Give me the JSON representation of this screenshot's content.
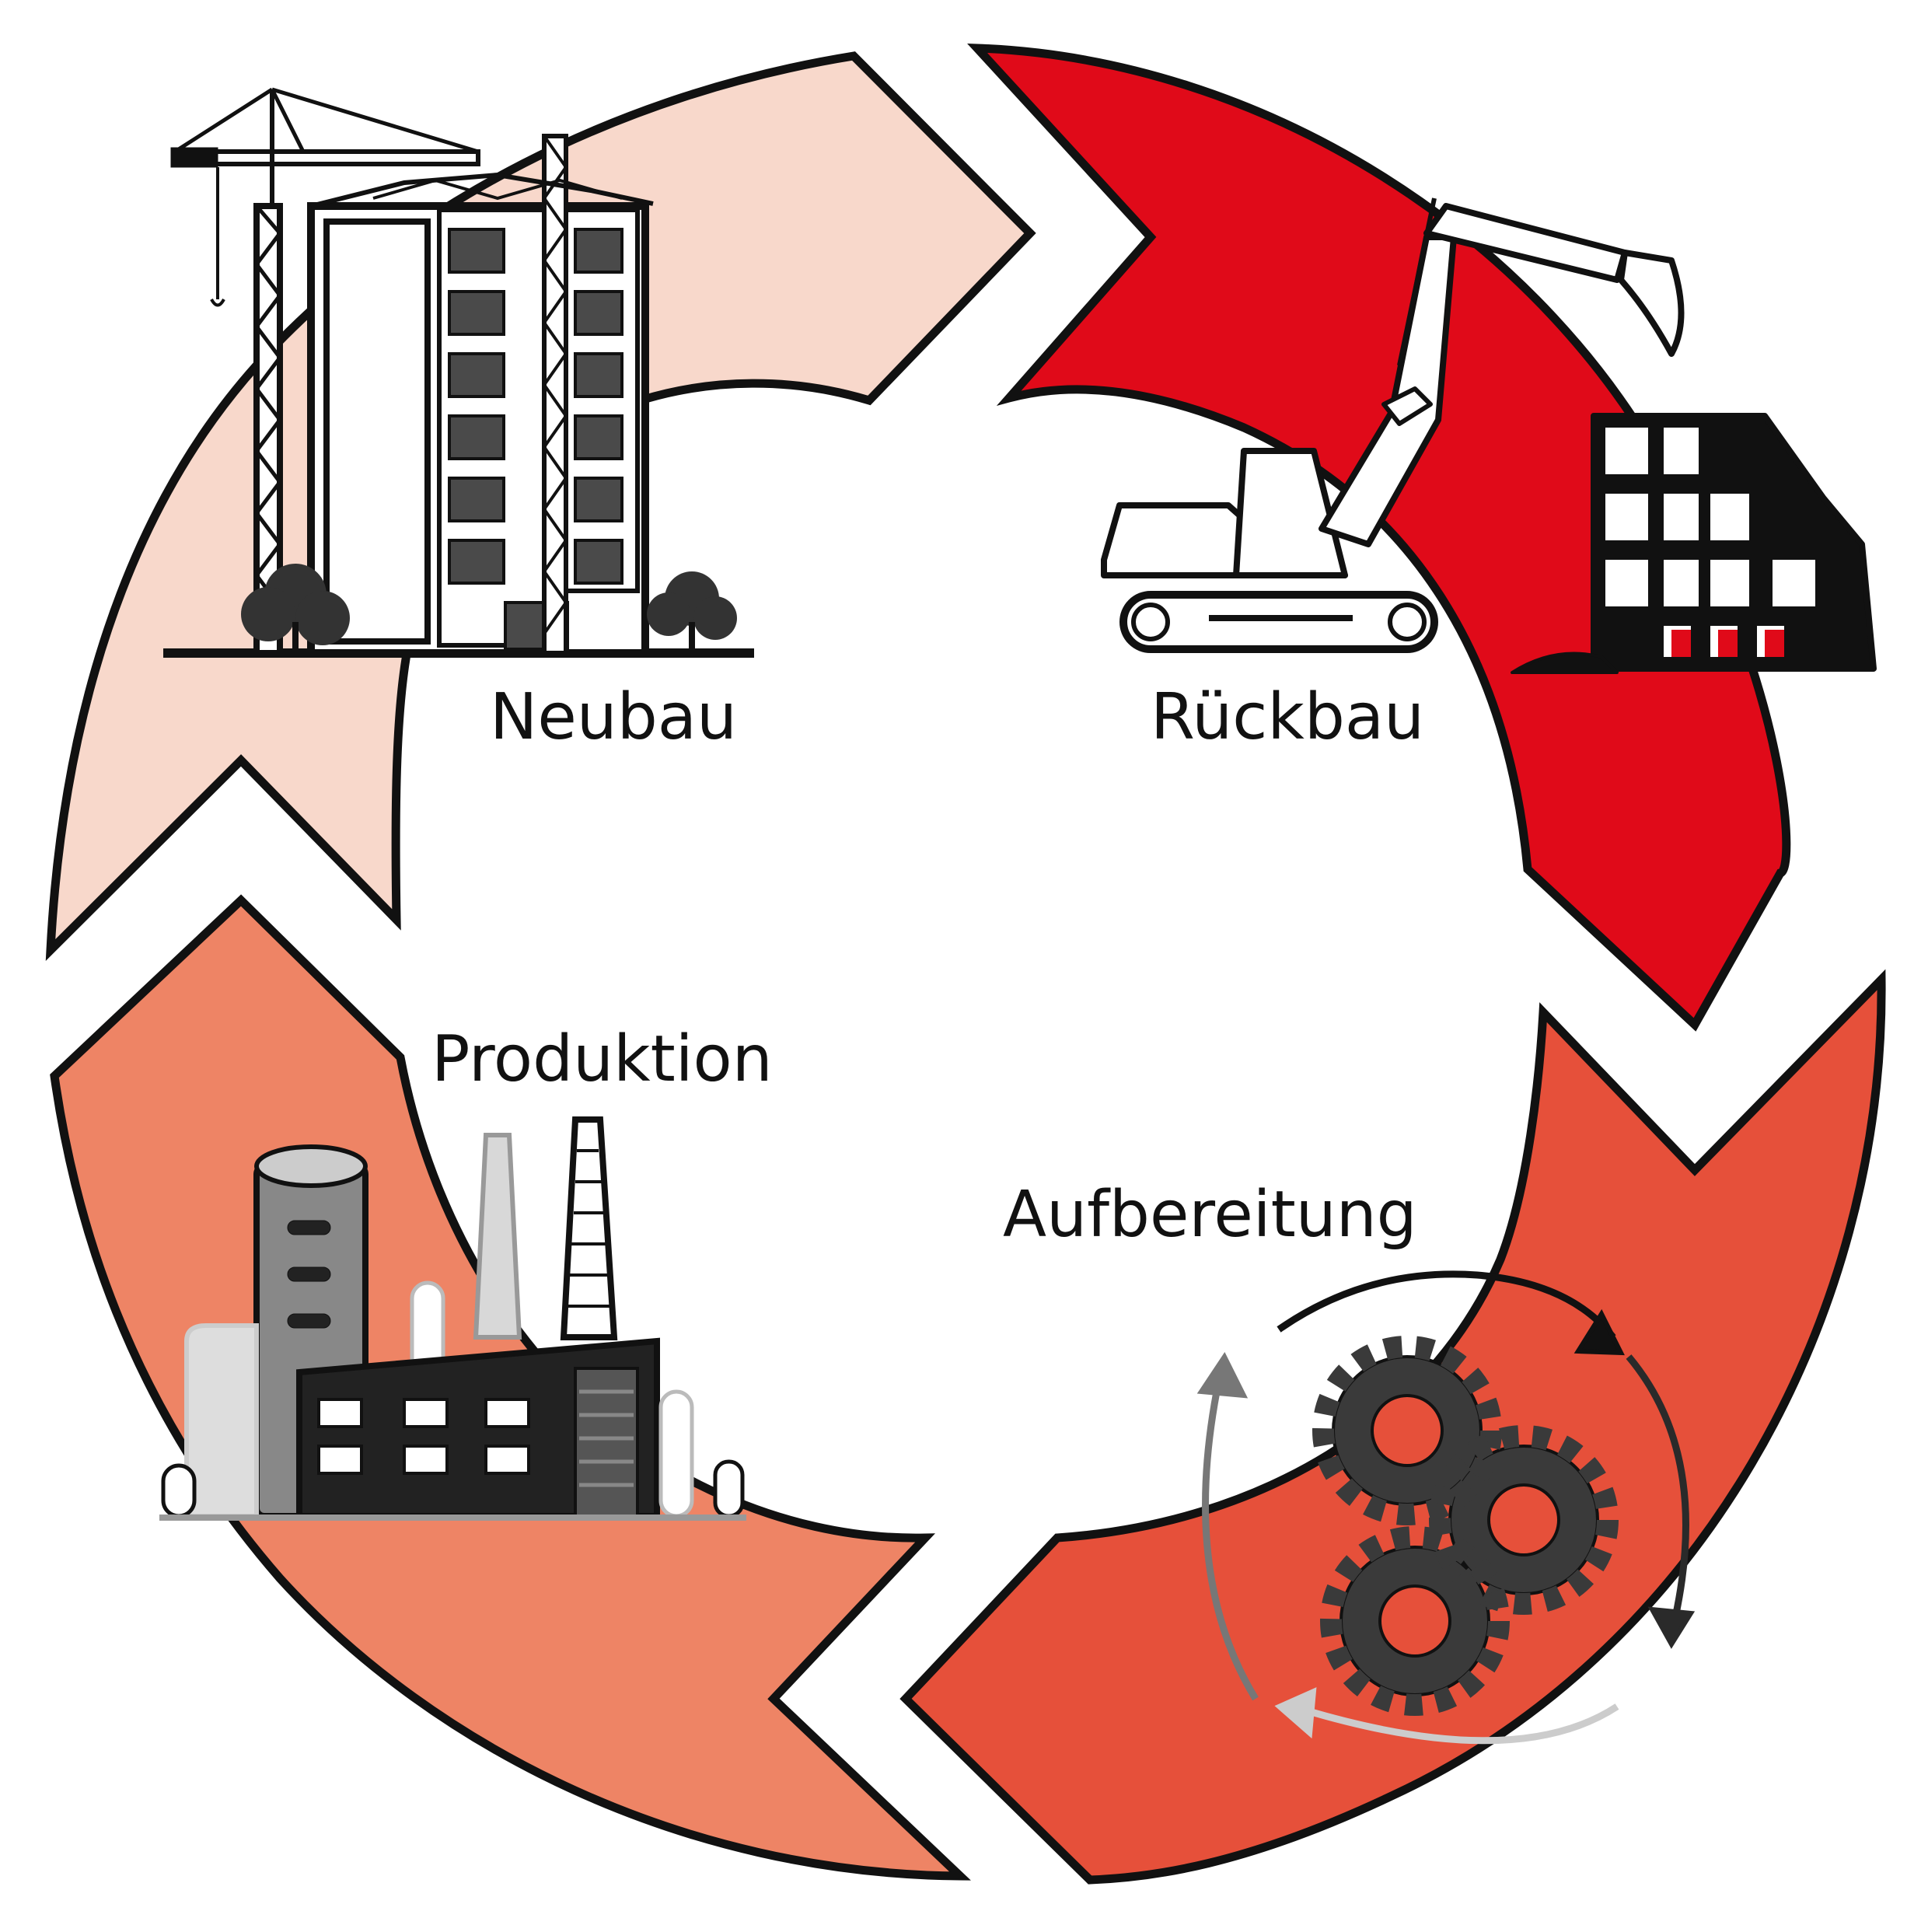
{
  "diagram": {
    "type": "cycle",
    "stages": [
      {
        "id": "neubau",
        "label": "Neubau",
        "color": "#f8d8cb",
        "icon": "construction-crane-building-icon"
      },
      {
        "id": "rueckbau",
        "label": "Rückbau",
        "color": "#e00a19",
        "icon": "excavator-demolition-icon"
      },
      {
        "id": "aufbereitung",
        "label": "Aufbereitung",
        "color": "#e6503a",
        "icon": "gears-recycling-icon"
      },
      {
        "id": "produktion",
        "label": "Produktion",
        "color": "#ee8465",
        "icon": "factory-icon"
      }
    ],
    "outline_color": "#111111"
  }
}
